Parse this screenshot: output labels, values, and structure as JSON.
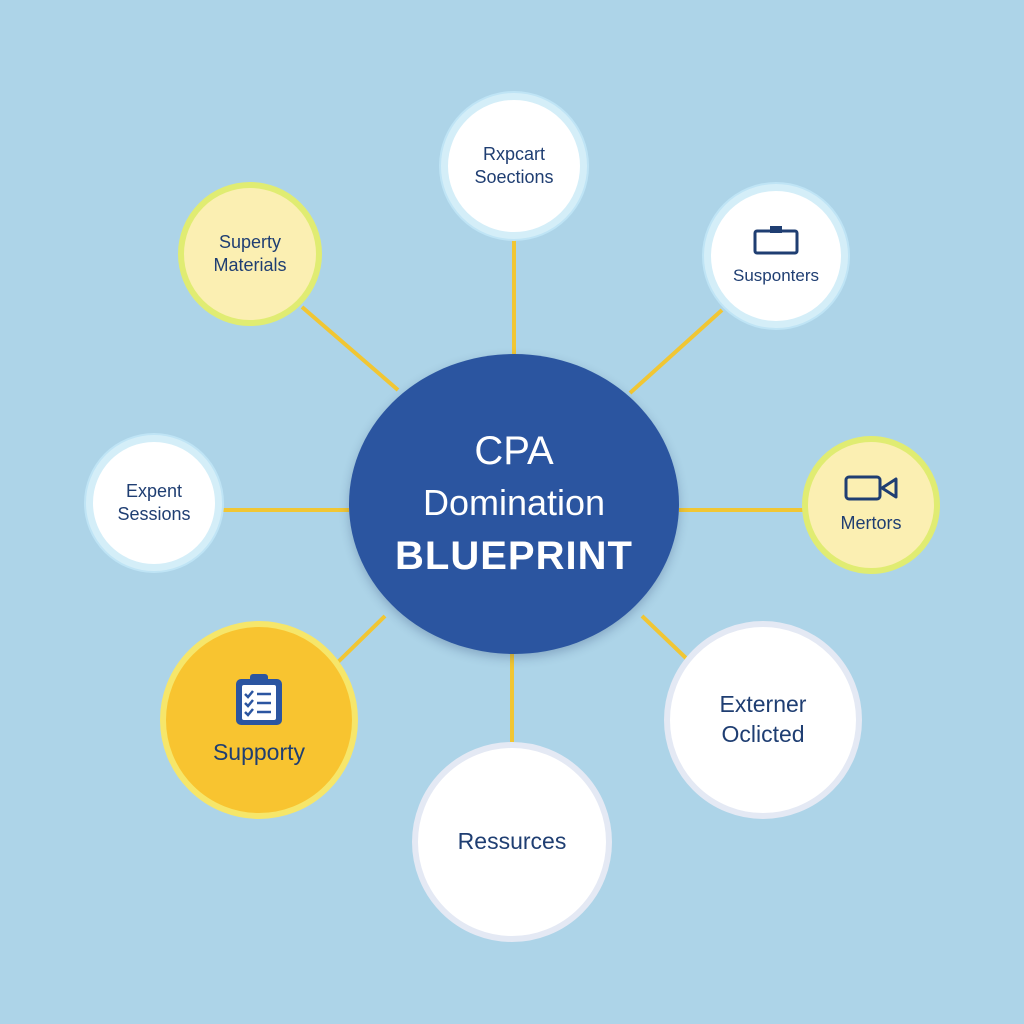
{
  "center": {
    "line1": "CPA",
    "line2": "Domination",
    "line3": "BLUEPRINT"
  },
  "nodes": [
    {
      "line1": "Rxpcart",
      "line2": "Soections"
    },
    {
      "line1": "Susponters",
      "icon": "folder-icon"
    },
    {
      "line1": "Mertors",
      "icon": "video-camera-icon"
    },
    {
      "line1": "Externer",
      "line2": "Oclicted"
    },
    {
      "line1": "Ressurces"
    },
    {
      "line1": "Supporty",
      "icon": "clipboard-checklist-icon"
    },
    {
      "line1": "Expent",
      "line2": "Sessions"
    },
    {
      "line1": "Superty",
      "line2": "Materials"
    }
  ],
  "colors": {
    "background": "#add4e8",
    "center": "#2b55a0",
    "connector": "#f1c633",
    "text": "#1f3e72",
    "gold": "#f8c430",
    "pale_yellow": "#fbefb2"
  }
}
